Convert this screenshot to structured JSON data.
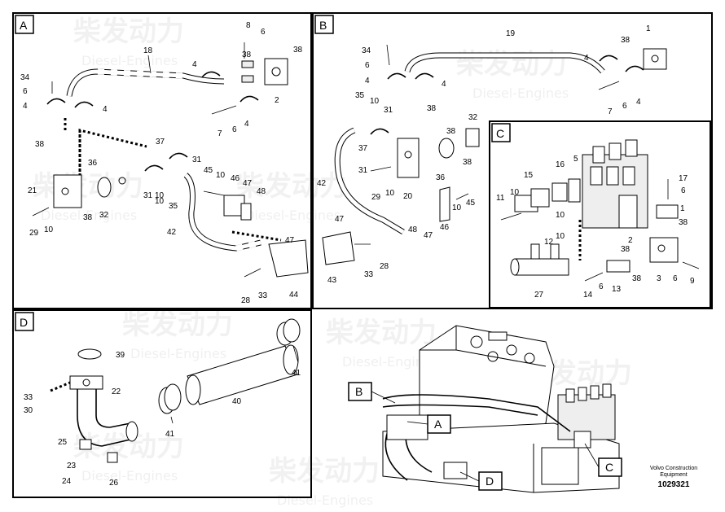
{
  "panels": {
    "A": "A",
    "B": "B",
    "C": "C",
    "D": "D"
  },
  "callouts": {
    "A": "A",
    "B": "B",
    "C": "C",
    "D": "D"
  },
  "watermark": {
    "cn": "柴发动力",
    "en": "Diesel-Engines"
  },
  "credit": {
    "line1": "Volvo Construction",
    "line2": "Equipment",
    "id": "1029321"
  },
  "labels_A": [
    "8",
    "6",
    "18",
    "38",
    "34",
    "4",
    "38",
    "6",
    "2",
    "4",
    "4",
    "7",
    "6",
    "4",
    "38",
    "36",
    "37",
    "31",
    "21",
    "10",
    "38",
    "32",
    "31",
    "10",
    "35",
    "45",
    "10",
    "46",
    "47",
    "48",
    "29",
    "10",
    "42",
    "47",
    "28",
    "33",
    "44"
  ],
  "labels_B": [
    "19",
    "34",
    "38",
    "1",
    "6",
    "4",
    "4",
    "4",
    "7",
    "6",
    "4",
    "35",
    "10",
    "31",
    "38",
    "32",
    "38",
    "37",
    "31",
    "36",
    "38",
    "42",
    "29",
    "10",
    "20",
    "10",
    "45",
    "47",
    "48",
    "47",
    "46",
    "43",
    "33",
    "28"
  ],
  "labels_C": [
    "5",
    "16",
    "17",
    "15",
    "11",
    "10",
    "6",
    "1",
    "10",
    "38",
    "12",
    "10",
    "38",
    "2",
    "27",
    "14",
    "6",
    "13",
    "38",
    "3",
    "6",
    "9"
  ],
  "labels_D": [
    "39",
    "33",
    "22",
    "30",
    "25",
    "40",
    "41",
    "41",
    "23",
    "24",
    "26"
  ]
}
